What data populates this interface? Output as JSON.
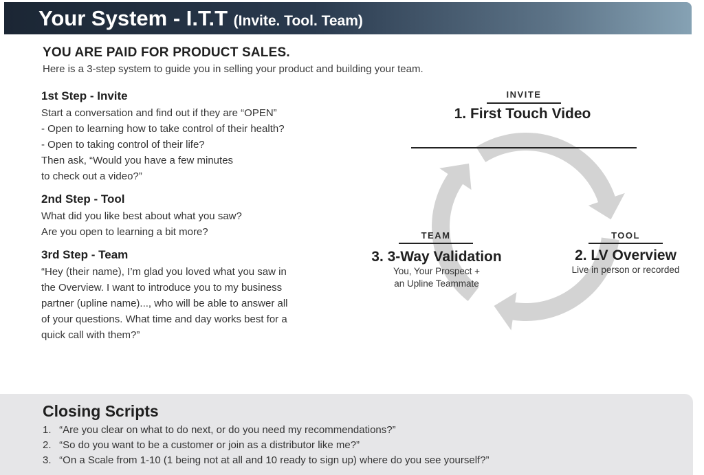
{
  "header": {
    "title": "Your System - I.T.T",
    "subtitle": "(Invite. Tool. Team)"
  },
  "intro": {
    "heading": "YOU ARE PAID FOR PRODUCT SALES.",
    "text": "Here is a 3-step system to guide you in selling your product and building your team."
  },
  "steps": [
    {
      "title": "1st Step - Invite",
      "lines": [
        "Start a conversation and find out if they are “OPEN”",
        "- Open to learning how to take control of their health?",
        "- Open to taking control of their life?",
        "Then ask, “Would you have a few minutes",
        "to check out a video?”"
      ]
    },
    {
      "title": "2nd Step - Tool",
      "lines": [
        "What did you like best about what you saw?",
        "Are you open to learning a bit more?"
      ]
    },
    {
      "title": "3rd Step - Team",
      "lines": [
        "“Hey (their name), I’m glad you loved what you saw in",
        "the Overview. I want to introduce you to my business",
        "partner (upline name)..., who will be able to answer all",
        "of your questions. What time and day works best for a",
        "quick call with them?”"
      ]
    }
  ],
  "diagram": {
    "arrow_color": "#d3d3d3",
    "invite": {
      "tag": "INVITE",
      "title": "1. First Touch Video"
    },
    "tool": {
      "tag": "TOOL",
      "title": "2. LV Overview",
      "note": "Live in person or recorded"
    },
    "team": {
      "tag": "TEAM",
      "title": "3. 3-Way Validation",
      "note_lines": [
        "You, Your Prospect +",
        "an Upline Teammate"
      ]
    }
  },
  "closing": {
    "title": "Closing Scripts",
    "items": [
      {
        "num": "1.",
        "text": "“Are you clear on what to do next, or do you need my recommendations?”"
      },
      {
        "num": "2.",
        "text": "“So do you want to be a customer or join as a distributor like me?”"
      },
      {
        "num": "3.",
        "text": "“On a Scale from 1-10 (1 being not at all and 10 ready to sign up) where do you see yourself?”"
      }
    ]
  }
}
